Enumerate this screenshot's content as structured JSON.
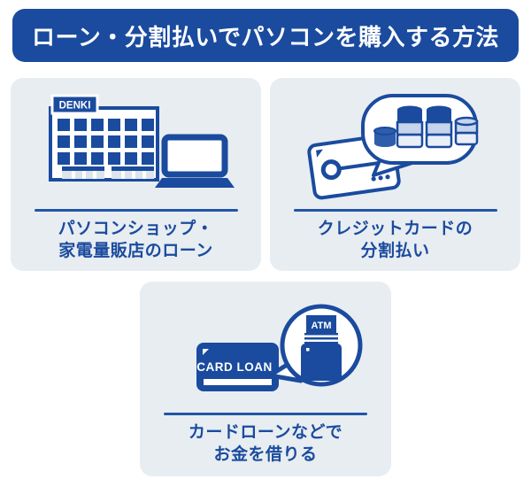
{
  "colors": {
    "accent": "#1a4b9e",
    "card_background": "#e8edf1",
    "coin_light": "#c6d4ec",
    "coin_lighter": "#e9eef7"
  },
  "header": {
    "title": "ローン・分割払いでパソコンを購入する方法"
  },
  "cards": [
    {
      "caption_line1": "パソコンショップ・",
      "caption_line2": "家電量販店のローン",
      "store_sign_label": "DENKI"
    },
    {
      "caption_line1": "クレジットカードの",
      "caption_line2": "分割払い"
    },
    {
      "caption_line1": "カードローンなどで",
      "caption_line2": "お金を借りる",
      "card_label": "CARD LOAN",
      "atm_label": "ATM"
    }
  ]
}
